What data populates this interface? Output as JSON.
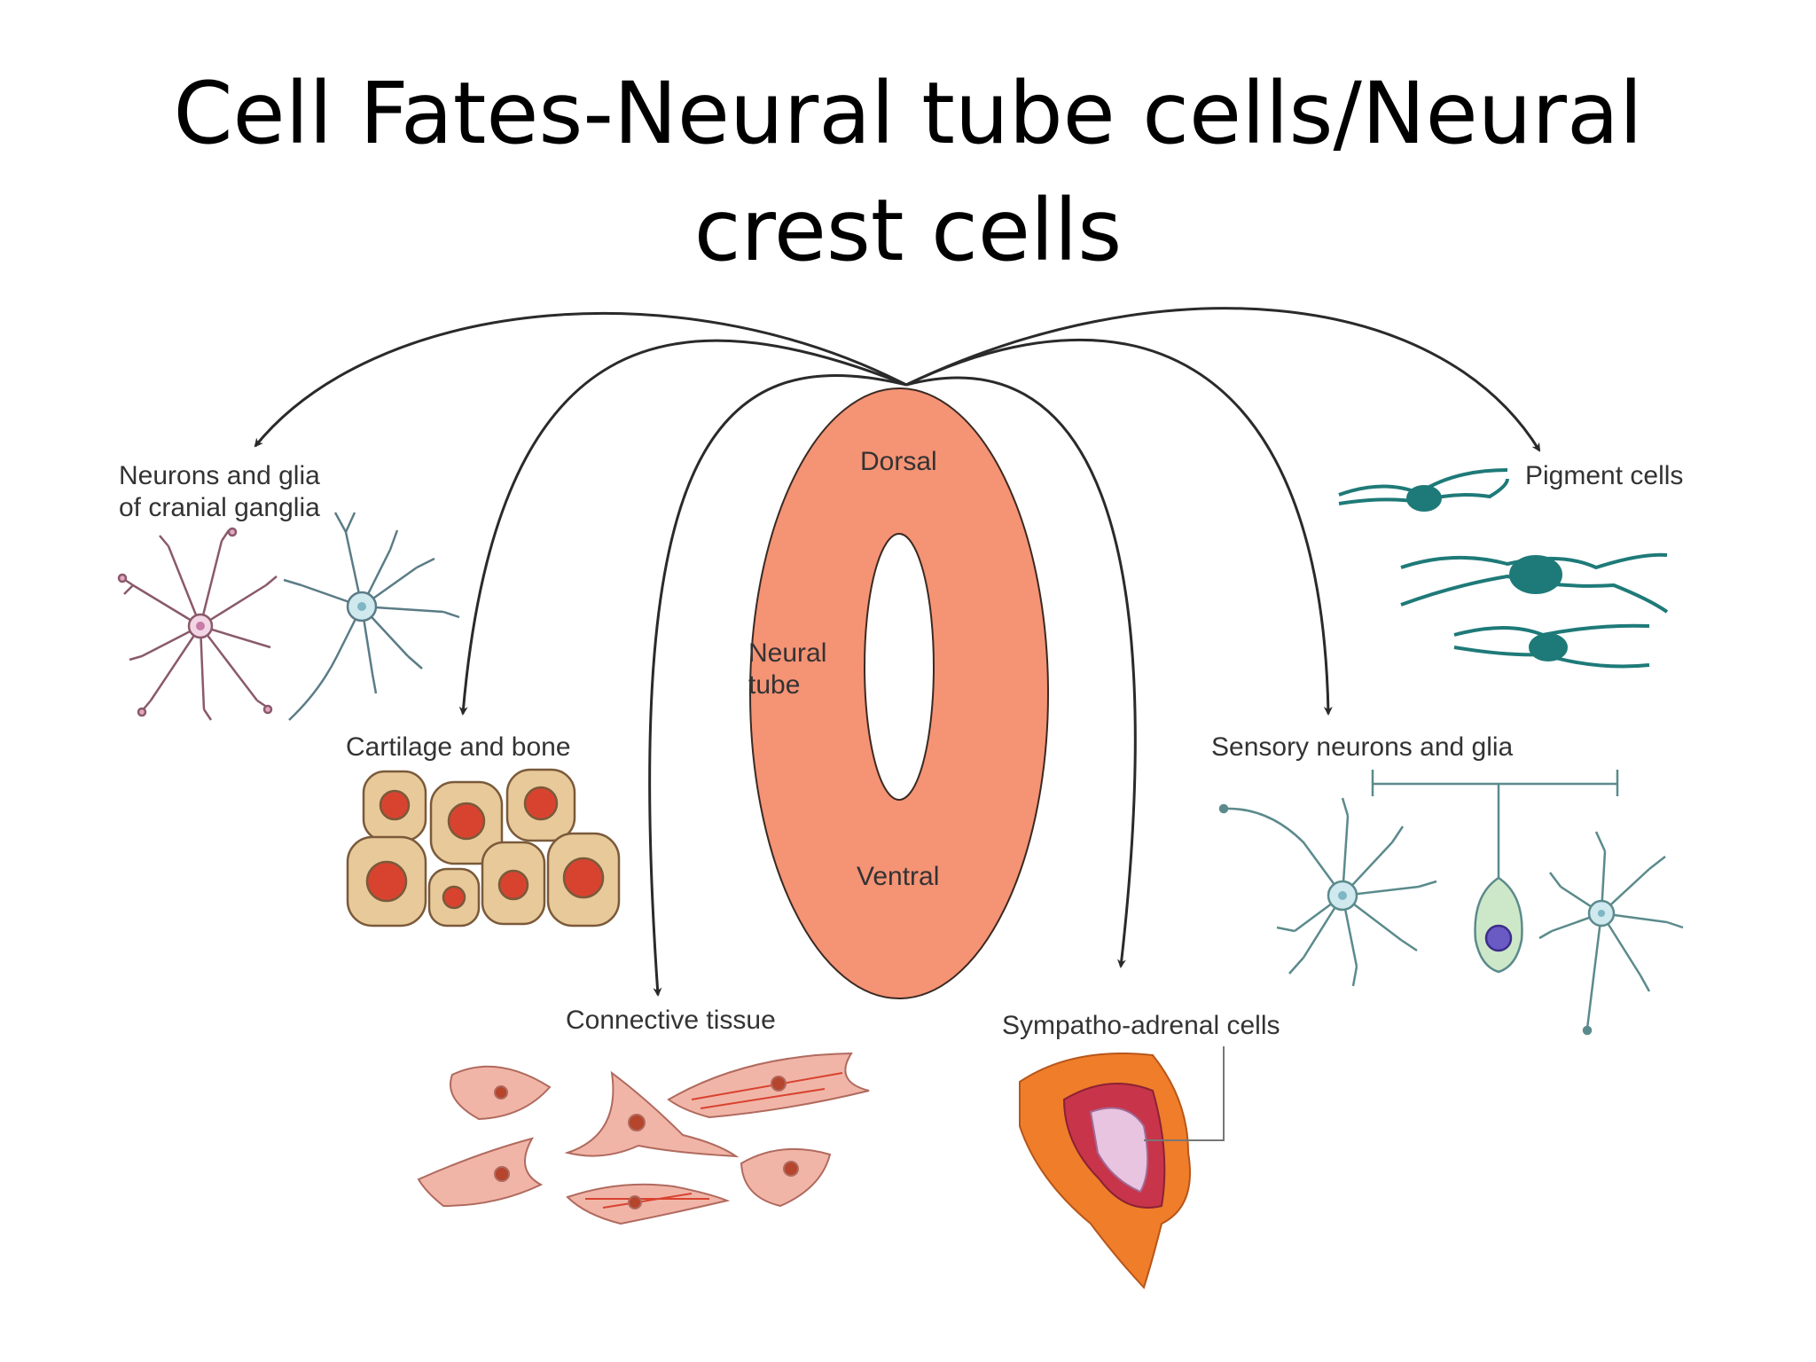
{
  "title": {
    "line1": "Cell Fates-Neural tube cells/Neural",
    "line2": "crest cells"
  },
  "neural_tube": {
    "dorsal": "Dorsal",
    "neural_line1": "Neural",
    "neural_line2": "tube",
    "ventral": "Ventral",
    "fill_color": "#f59375",
    "lumen_color": "#ffffff"
  },
  "fates": {
    "cranial_line1": "Neurons and glia",
    "cranial_line2": "of cranial ganglia",
    "cartilage": "Cartilage and bone",
    "connective": "Connective tissue",
    "sympatho": "Sympatho-adrenal cells",
    "sensory": "Sensory neurons and glia",
    "pigment": "Pigment cells"
  },
  "colors": {
    "arrow": "#2a2a2a",
    "pigment": "#1e7a78",
    "neuron_blue": "#b9dde6",
    "bone_fill": "#e8c99a",
    "bone_nucleus": "#d8432f",
    "connective": "#f1b5a8",
    "adrenal_outer": "#ef7d2a",
    "adrenal_inner": "#c8344a"
  }
}
